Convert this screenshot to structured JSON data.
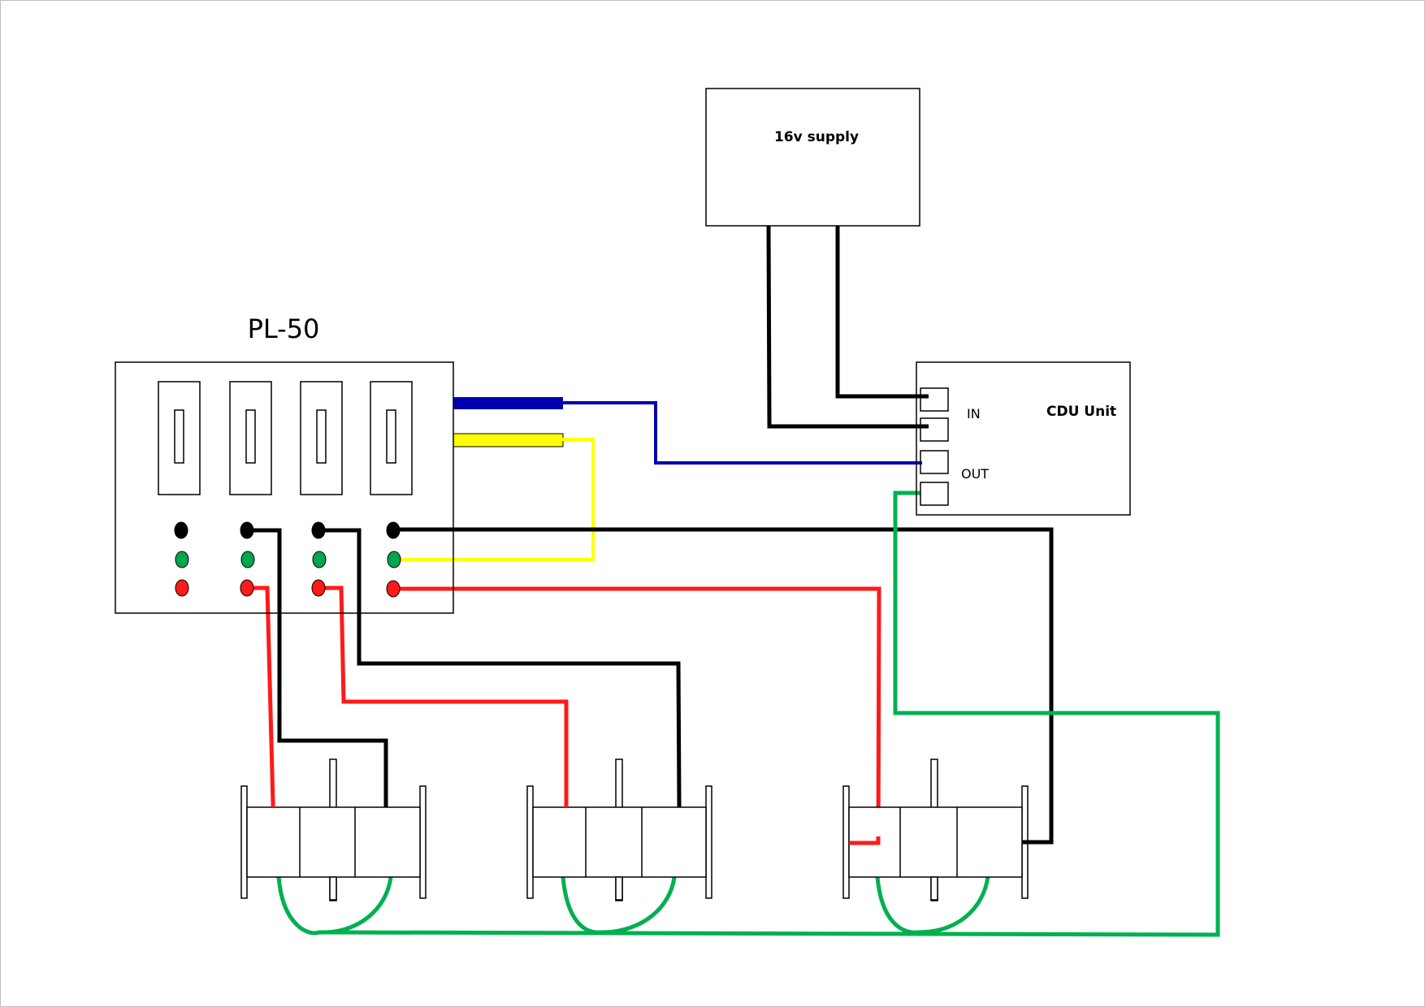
{
  "labels": {
    "pl50": "PL-50",
    "supply": "16v supply",
    "cdu": "CDU Unit",
    "in": "IN",
    "out": "OUT"
  },
  "wire_colors": {
    "black": "#000000",
    "red": "#ff1a1a",
    "green": "#00b050",
    "blue": "#0000b0",
    "yellow": "#ffff00"
  },
  "terminal_colors": {
    "black": "#000000",
    "green": "#00a550",
    "red": "#ff1a1a"
  }
}
